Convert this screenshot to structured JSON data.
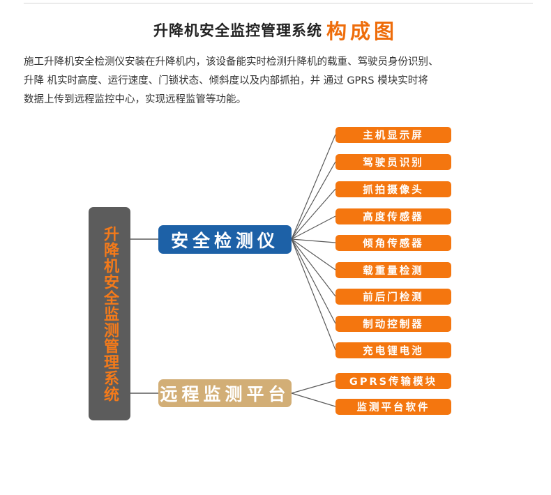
{
  "header": {
    "title_main": "升降机安全监控管理系统",
    "title_accent": "构成图"
  },
  "intro": {
    "lines": [
      "施工升降机安全检测仪安装在升降机内，该设备能实时检测升降机的载重、驾驶员身份识别、",
      "升降 机实时高度、运行速度、门锁状态、倾斜度以及内部抓拍，并 通过 GPRS 模块实时将",
      "数据上传到远程监控中心，实现远程监管等功能。"
    ]
  },
  "diagram": {
    "root": "升降机安全监测管理系统",
    "hubs": [
      {
        "label": "安全检测仪",
        "children": [
          "主机显示屏",
          "驾驶员识别",
          "抓拍摄像头",
          "高度传感器",
          "倾角传感器",
          "载重量检测",
          "前后门检测",
          "制动控制器",
          "充电锂电池"
        ]
      },
      {
        "label": "远程监测平台",
        "children": [
          "GPRS传输模块",
          "监测平台软件"
        ]
      }
    ]
  },
  "colors": {
    "accent": "#ee6d0b",
    "leaf": "#f4760f",
    "root_bg": "#5c5c5c",
    "hub_detector": "#1d61a7",
    "hub_platform": "#d2ae76",
    "connector": "#5a5a5a"
  }
}
